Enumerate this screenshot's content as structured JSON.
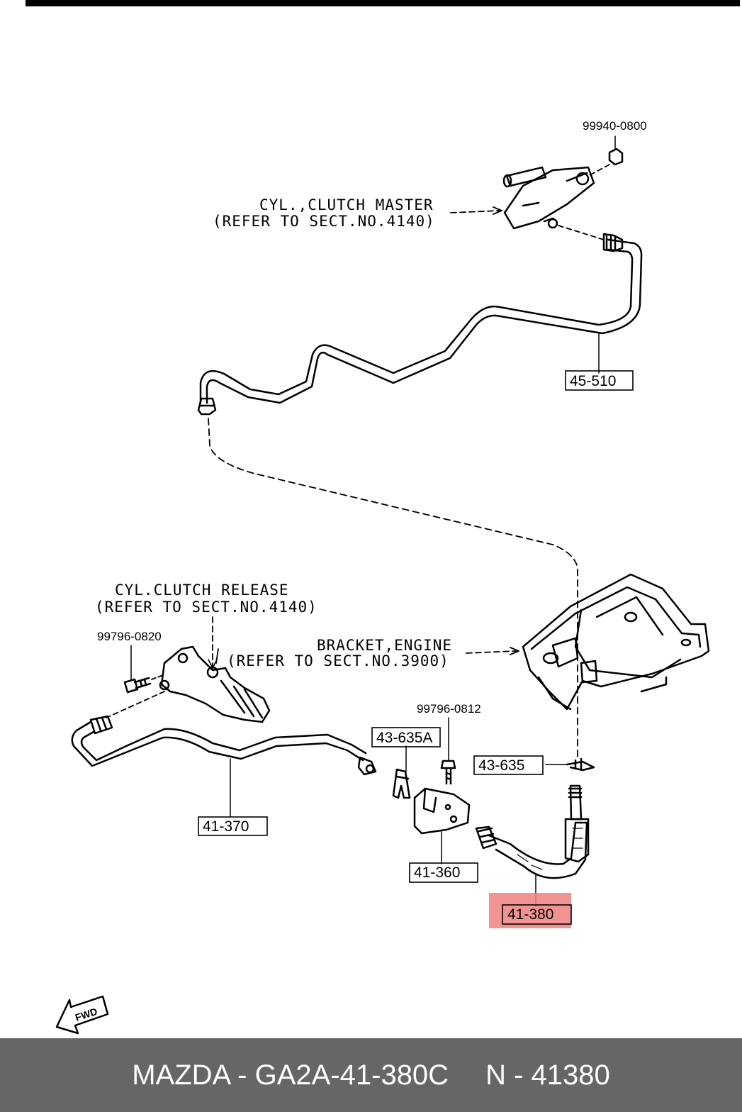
{
  "callouts": {
    "nut_top": "99940-0800",
    "master_line1": "CYL.,CLUTCH MASTER",
    "master_line2": "(REFER TO SECT.NO.4140)",
    "pipe_upper": "45-510",
    "release_line1": "CYL.CLUTCH RELEASE",
    "release_line2": "(REFER TO SECT.NO.4140)",
    "bolt_left": "99796-0820",
    "bracket_line1": "BRACKET,ENGINE",
    "bracket_line2": "(REFER TO SECT.NO.3900)",
    "bolt_mid": "99796-0812",
    "clip_a": "43-635A",
    "clip_b": "43-635",
    "pipe_lower": "41-370",
    "bracket_small": "41-360",
    "hose": "41-380"
  },
  "fwd_label": "FWD",
  "highlight_color": "#f08080",
  "footer": {
    "part_text": "MAZDA - GA2A-41-380C",
    "ref_text": "N - 41380"
  }
}
